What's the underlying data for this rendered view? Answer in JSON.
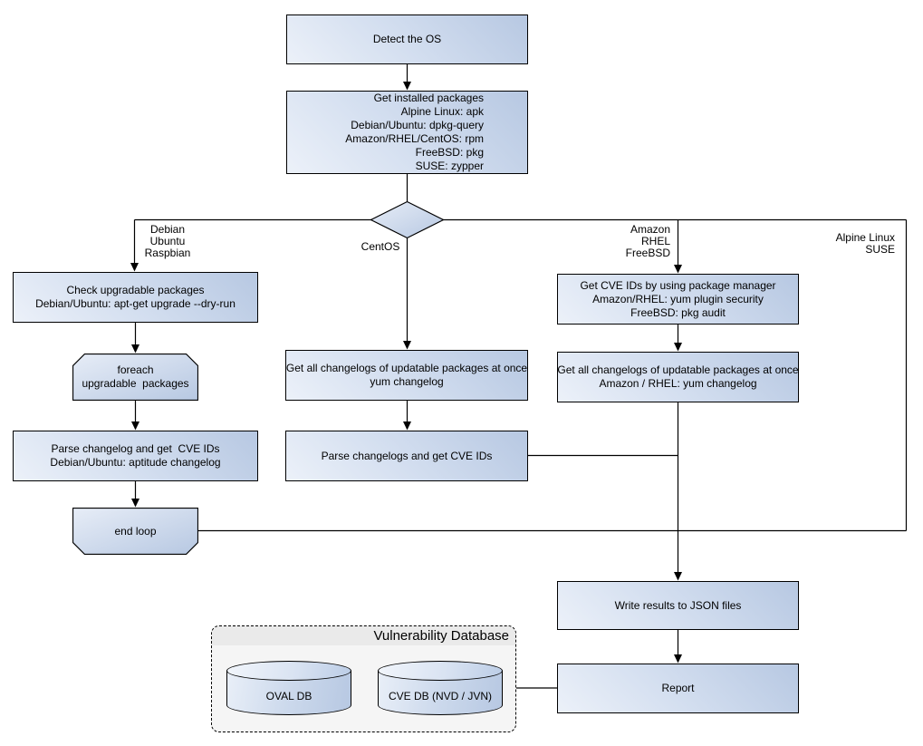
{
  "nodes": {
    "detect_os": "Detect the OS",
    "get_installed_packages": "Get installed packages\nAlpine Linux: apk\nDebian/Ubuntu: dpkg-query\nAmazon/RHEL/CentOS: rpm\nFreeBSD: pkg\nSUSE: zypper",
    "check_upgradable": "Check upgradable packages\nDebian/Ubuntu: apt-get upgrade --dry-run",
    "foreach_loop": "foreach\nupgradable  packages",
    "parse_changelog_deb": "Parse changelog and get  CVE IDs\nDebian/Ubuntu: aptitude changelog",
    "end_loop": "end loop",
    "get_changelogs_centos": "Get all changelogs of updatable packages at once\nyum changelog",
    "parse_changelogs_centos": "Parse changelogs and get CVE IDs",
    "get_cve_ids_pkg_mgr": "Get CVE IDs by using package manager\nAmazon/RHEL: yum plugin security\nFreeBSD: pkg audit",
    "get_changelogs_amazon": "Get all changelogs of updatable packages at once\nAmazon / RHEL: yum changelog",
    "write_results": "Write results to JSON files",
    "report": "Report"
  },
  "branch_labels": {
    "debian": "Debian\nUbuntu\nRaspbian",
    "centos": "CentOS",
    "amazon": "Amazon\nRHEL\nFreeBSD",
    "alpine": "Alpine Linux\nSUSE"
  },
  "database": {
    "title": "Vulnerability Database",
    "oval_db": "OVAL DB",
    "cve_db": "CVE DB (NVD / JVN)"
  },
  "colors": {
    "node_gradient_light": "#ecf1f9",
    "node_gradient_dark": "#b7c8e2",
    "border": "#000000",
    "db_group_bg": "#f5f5f5",
    "db_group_header": "#eaeaea"
  }
}
